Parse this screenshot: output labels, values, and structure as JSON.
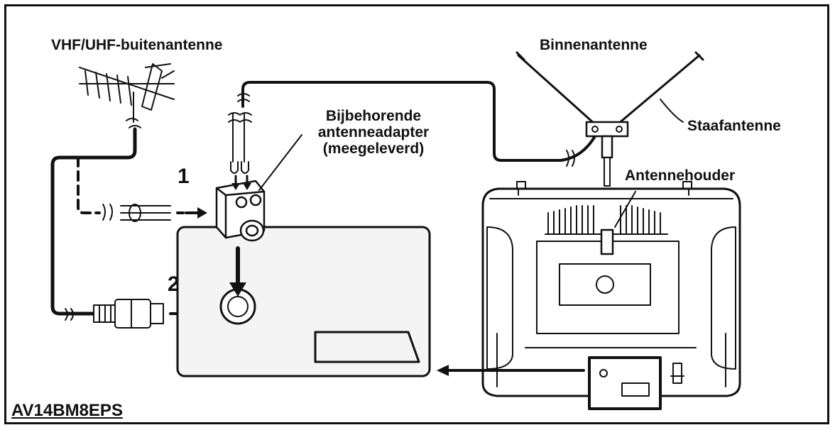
{
  "labels": {
    "outdoor_antenna": "VHF/UHF-buitenantenne",
    "indoor_antenna": "Binnenantenne",
    "adapter_line1": "Bijbehorende",
    "adapter_line2": "antenneadapter",
    "adapter_line3": "(meegeleverd)",
    "rod_antenna": "Staafantenne",
    "antenna_holder": "Antennehouder",
    "step1": "1",
    "step2": "2",
    "model": "AV14BM8EPS"
  },
  "colors": {
    "line": "#111111",
    "panel": "#f4f4f4",
    "background": "#ffffff"
  }
}
